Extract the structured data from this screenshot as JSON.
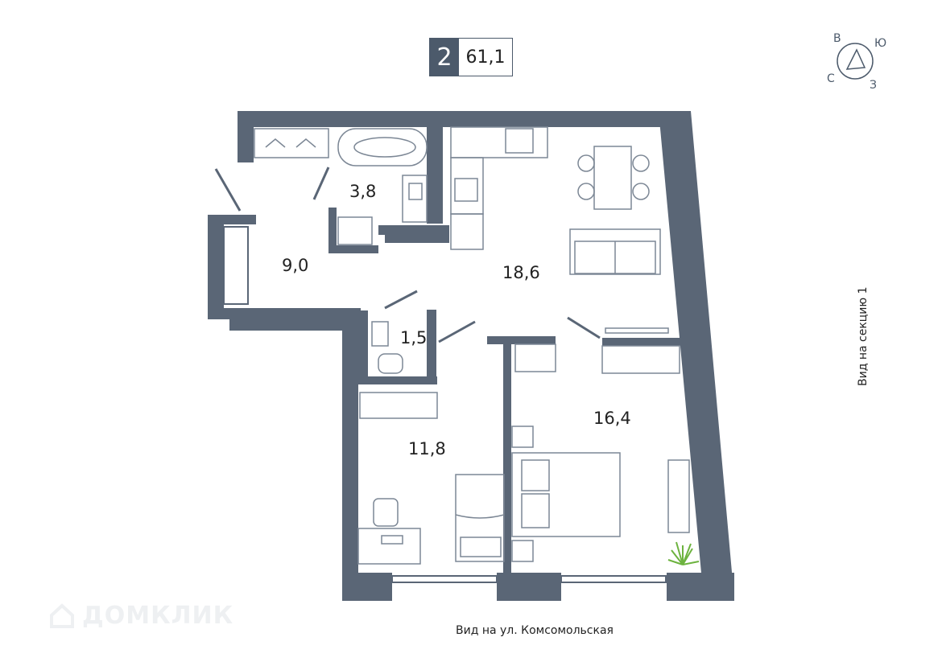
{
  "apartment": {
    "rooms_count": "2",
    "total_area": "61,1"
  },
  "rooms": [
    {
      "id": "hall",
      "area": "9,0"
    },
    {
      "id": "bathroom",
      "area": "3,8"
    },
    {
      "id": "wc",
      "area": "1,5"
    },
    {
      "id": "kitchen-living",
      "area": "18,6"
    },
    {
      "id": "bedroom-1",
      "area": "11,8"
    },
    {
      "id": "bedroom-2",
      "area": "16,4"
    }
  ],
  "views": {
    "bottom": "Вид на ул. Комсомольская",
    "right": "Вид на секцию 1"
  },
  "compass": {
    "north": "С",
    "east": "В",
    "south": "Ю",
    "west": "З"
  },
  "watermark": "ДОМКЛИК",
  "colors": {
    "wall": "#5a6676",
    "furniture": "#7c8795",
    "plant": "#6db33f"
  }
}
